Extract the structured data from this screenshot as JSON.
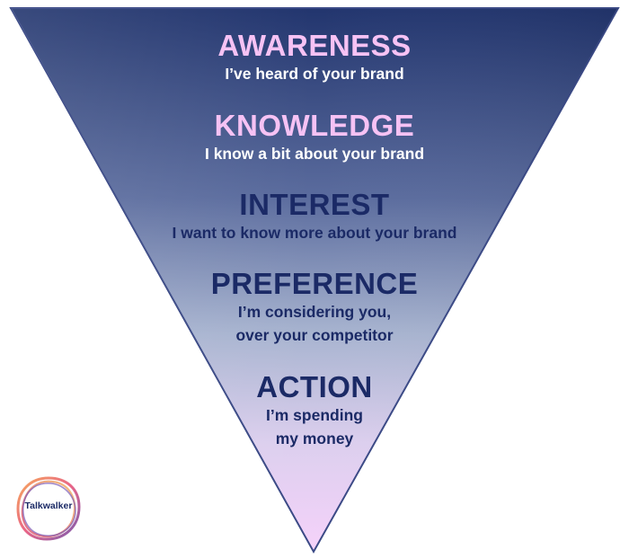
{
  "funnel": {
    "colors": {
      "top": "#22356e",
      "middle": "#a8b4d0",
      "bottom": "#f5d2fa",
      "edge": "#3b4a86"
    },
    "stages": [
      {
        "title": "AWARENESS",
        "description": "I’ve heard of your brand"
      },
      {
        "title": "KNOWLEDGE",
        "description": "I know a bit about your brand"
      },
      {
        "title": "INTEREST",
        "description": "I want to know more about your brand"
      },
      {
        "title": "PREFERENCE",
        "description": "I’m considering you,\nover your competitor"
      },
      {
        "title": "ACTION",
        "description": "I’m spending\nmy money"
      }
    ]
  },
  "logo": {
    "label": "Talkwalker",
    "icon": "talkwalker-logo-icon"
  }
}
